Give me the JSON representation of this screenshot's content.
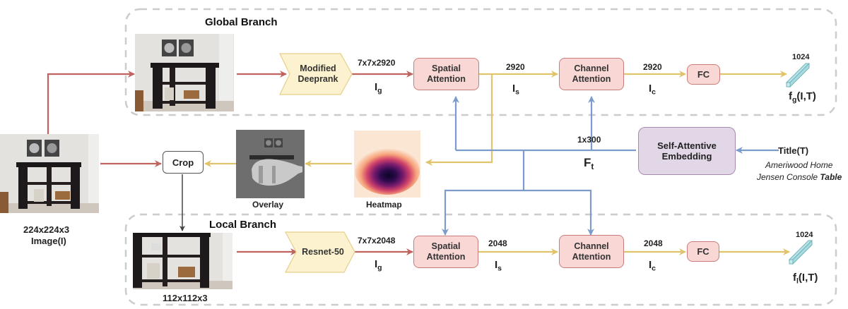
{
  "diagram": {
    "global_branch": {
      "title": "Global Branch",
      "backbone": "Modified Deeprank",
      "backbone_out_dim": "7x7x2920",
      "backbone_out_sym": "I",
      "backbone_out_sub": "g",
      "spatial": "Spatial Attention",
      "spatial_out_dim": "2920",
      "spatial_out_sym": "I",
      "spatial_out_sub": "s",
      "channel": "Channel Attention",
      "channel_out_dim": "2920",
      "channel_out_sym": "I",
      "channel_out_sub": "c",
      "fc": "FC",
      "output_dim": "1024",
      "output_sym": "f",
      "output_sub": "g",
      "output_args": "(I,T)"
    },
    "local_branch": {
      "title": "Local Branch",
      "input_size": "112x112x3",
      "backbone": "Resnet-50",
      "backbone_out_dim": "7x7x2048",
      "backbone_out_sym": "I",
      "backbone_out_sub": "g",
      "spatial": "Spatial Attention",
      "spatial_out_dim": "2048",
      "spatial_out_sym": "I",
      "spatial_out_sub": "s",
      "channel": "Channel Attention",
      "channel_out_dim": "2048",
      "channel_out_sym": "I",
      "channel_out_sub": "c",
      "fc": "FC",
      "output_dim": "1024",
      "output_sym": "f",
      "output_sub": "l",
      "output_args": "(I,T)"
    },
    "input": {
      "size": "224x224x3",
      "label": "Image(I)"
    },
    "crop": "Crop",
    "overlay": "Overlay",
    "heatmap": "Heatmap",
    "text_branch": {
      "embedding": "Self-Attentive Embedding",
      "embedding_dim": "1x300",
      "embedding_sym": "F",
      "embedding_sub": "t",
      "title_label": "Title(T)",
      "title_text_line1": "Ameriwood Home",
      "title_text_line2_prefix": "Jensen Console ",
      "title_text_line2_bold": "Table"
    },
    "colors": {
      "image_arrow": "#c0625e",
      "feature_arrow": "#e0c36a",
      "text_arrow": "#7b9ccb",
      "crop_arrow": "#444444",
      "branch_border": "#cccccc",
      "attention_fill": "#f8d7d5",
      "backbone_fill": "#fdf2cf",
      "embedding_fill": "#e2d7e7",
      "output_vector": "#a9dbe0"
    }
  }
}
